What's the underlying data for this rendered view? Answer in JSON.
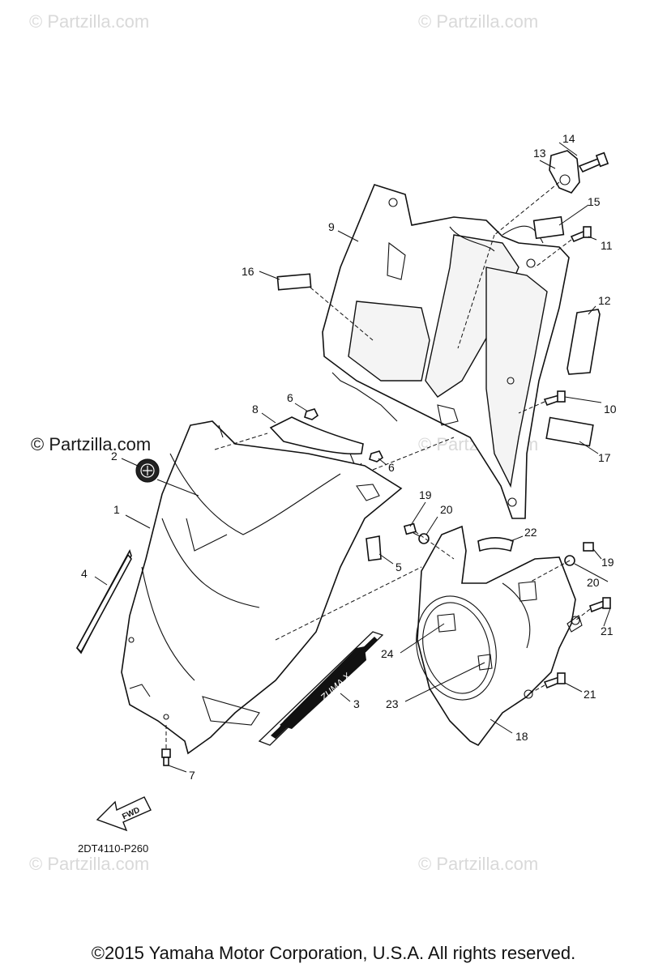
{
  "watermarks": {
    "top_left": "© Partzilla.com",
    "top_right": "© Partzilla.com",
    "middle_left": "© Partzilla.com",
    "middle_center": "© Partzilla.com",
    "bottom_left": "© Partzilla.com",
    "bottom_right": "© Partzilla.com"
  },
  "callouts": [
    "1",
    "2",
    "3",
    "4",
    "5",
    "6",
    "6",
    "7",
    "8",
    "9",
    "10",
    "11",
    "12",
    "13",
    "14",
    "15",
    "16",
    "17",
    "18",
    "19",
    "19",
    "20",
    "20",
    "21",
    "21",
    "22",
    "23",
    "24"
  ],
  "fwd_label": "FWD",
  "logo_text": "ZUMA X",
  "diagram_code": "2DT4110-P260",
  "copyright": "©2015  Yamaha Motor Corporation, U.S.A. All rights reserved."
}
